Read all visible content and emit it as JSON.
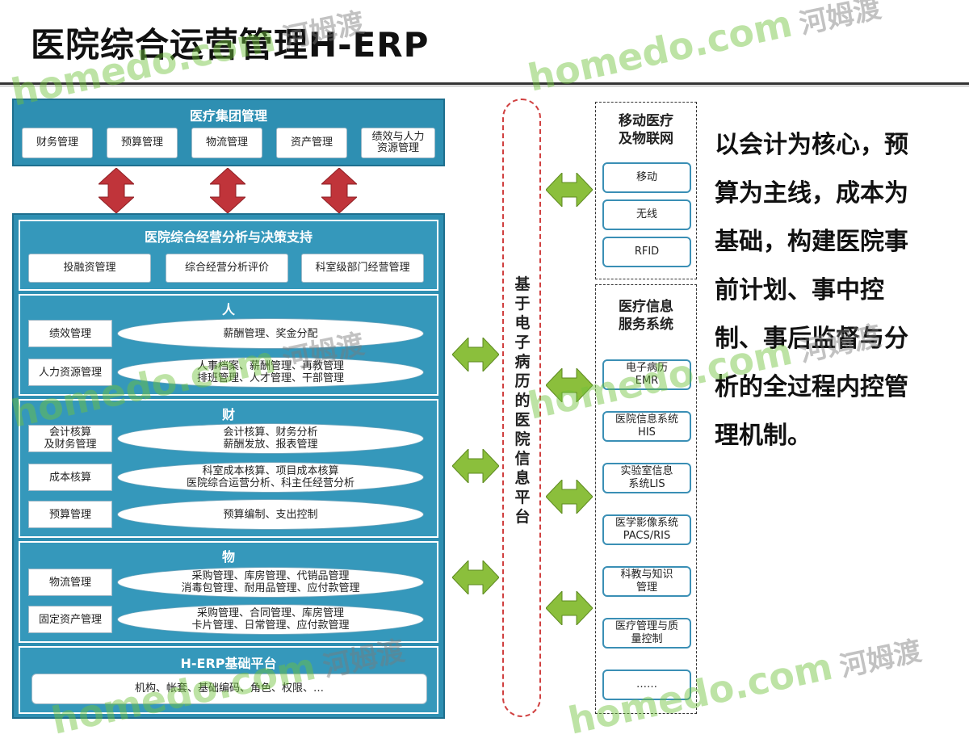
{
  "title": "医院综合运营管理H-ERP",
  "group": {
    "title": "医疗集团管理",
    "items": [
      "财务管理",
      "预算管理",
      "物流管理",
      "资产管理",
      "绩效与人力\n资源管理"
    ]
  },
  "analysis": {
    "title": "医院综合经营分析与决策支持",
    "items": [
      "投融资管理",
      "综合经营分析评价",
      "科室级部门经营管理"
    ]
  },
  "people": {
    "title": "人",
    "rows": [
      {
        "label": "绩效管理",
        "lines": [
          "薪酬管理、奖金分配"
        ]
      },
      {
        "label": "人力资源管理",
        "lines": [
          "人事档案、薪酬管理、再教管理",
          "排班管理、人才管理、干部管理"
        ]
      }
    ]
  },
  "finance": {
    "title": "财",
    "rows": [
      {
        "label": "会计核算\n及财务管理",
        "lines": [
          "会计核算、财务分析",
          "薪酬发放、报表管理"
        ]
      },
      {
        "label": "成本核算",
        "lines": [
          "科室成本核算、项目成本核算",
          "医院综合运营分析、科主任经营分析"
        ]
      },
      {
        "label": "预算管理",
        "lines": [
          "预算编制、支出控制"
        ]
      }
    ]
  },
  "goods": {
    "title": "物",
    "rows": [
      {
        "label": "物流管理",
        "lines": [
          "采购管理、库房管理、代销品管理",
          "消毒包管理、耐用品管理、应付款管理"
        ]
      },
      {
        "label": "固定资产管理",
        "lines": [
          "采购管理、合同管理、库房管理",
          "卡片管理、日常管理、应付款管理"
        ]
      }
    ]
  },
  "base": {
    "title": "H-ERP基础平台",
    "content": "机构、帐套、基础编码、角色、权限、…"
  },
  "platform": "基于电子病历的医院信息平台",
  "mobile": {
    "title": "移动医疗\n及物联网",
    "items": [
      "移动",
      "无线",
      "RFID"
    ]
  },
  "his": {
    "title": "医疗信息\n服务系统",
    "items": [
      "电子病历\nEMR",
      "医院信息系统\nHIS",
      "实验室信息\n系统LIS",
      "医学影像系统\nPACS/RIS",
      "科教与知识\n管理",
      "医疗管理与质\n量控制",
      "……"
    ]
  },
  "side_text": "以会计为核心，预算为主线，成本为基础，构建医院事前计划、事中控制、事后监督与分析的全过程内控管理机制。",
  "watermark": {
    "latin": "homedo.com",
    "cn": "河姆渡"
  },
  "colors": {
    "panel_blue": "#2e8fb2",
    "arrow_red": "#c0343a",
    "arrow_green": "#8bbf3c",
    "platform_red": "#d04040"
  }
}
